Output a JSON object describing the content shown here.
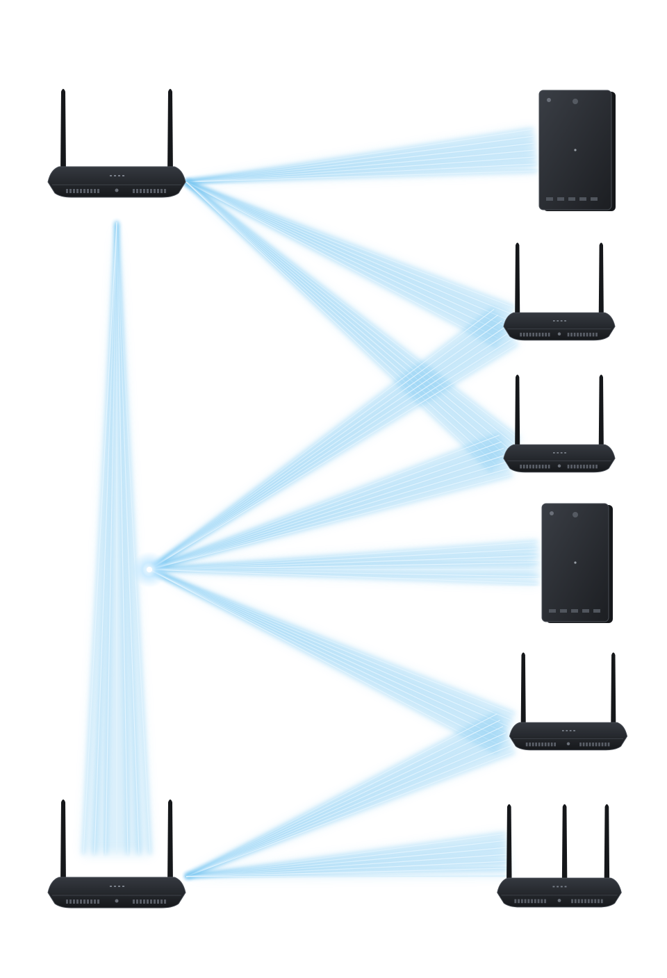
{
  "colors": {
    "background": "#ffffff",
    "beam": "#7cc8f2",
    "beam_core": "#e6f6ff",
    "device": "#26292e",
    "device_dark": "#15171a",
    "device_edge": "#4a4f57"
  },
  "diagram": {
    "nodes": [
      {
        "id": "router-top-left",
        "kind": "router-2-antenna",
        "icon": "wifi-router-icon"
      },
      {
        "id": "router-bottom-left",
        "kind": "router-2-antenna",
        "icon": "wifi-router-icon"
      },
      {
        "id": "relay-hub",
        "kind": "signal-hub",
        "icon": "signal-hub-icon"
      },
      {
        "id": "server-box-top",
        "kind": "server-box",
        "icon": "server-box-icon"
      },
      {
        "id": "router-right-1",
        "kind": "router-2-antenna",
        "icon": "wifi-router-icon"
      },
      {
        "id": "router-right-2",
        "kind": "router-2-antenna",
        "icon": "wifi-router-icon"
      },
      {
        "id": "server-box-middle",
        "kind": "server-box",
        "icon": "server-box-icon"
      },
      {
        "id": "router-right-3",
        "kind": "router-2-antenna",
        "icon": "wifi-router-icon"
      },
      {
        "id": "router-right-4",
        "kind": "router-3-antenna",
        "icon": "wifi-router-icon"
      }
    ],
    "links": [
      {
        "from": "router-top-left",
        "to": "server-box-top"
      },
      {
        "from": "router-top-left",
        "to": "router-right-1"
      },
      {
        "from": "router-top-left",
        "to": "router-right-2"
      },
      {
        "from": "router-top-left",
        "to": "router-bottom-left"
      },
      {
        "from": "relay-hub",
        "to": "router-right-1"
      },
      {
        "from": "relay-hub",
        "to": "router-right-2"
      },
      {
        "from": "relay-hub",
        "to": "server-box-middle"
      },
      {
        "from": "relay-hub",
        "to": "router-right-3"
      },
      {
        "from": "router-bottom-left",
        "to": "router-right-3"
      },
      {
        "from": "router-bottom-left",
        "to": "router-right-4"
      }
    ]
  }
}
